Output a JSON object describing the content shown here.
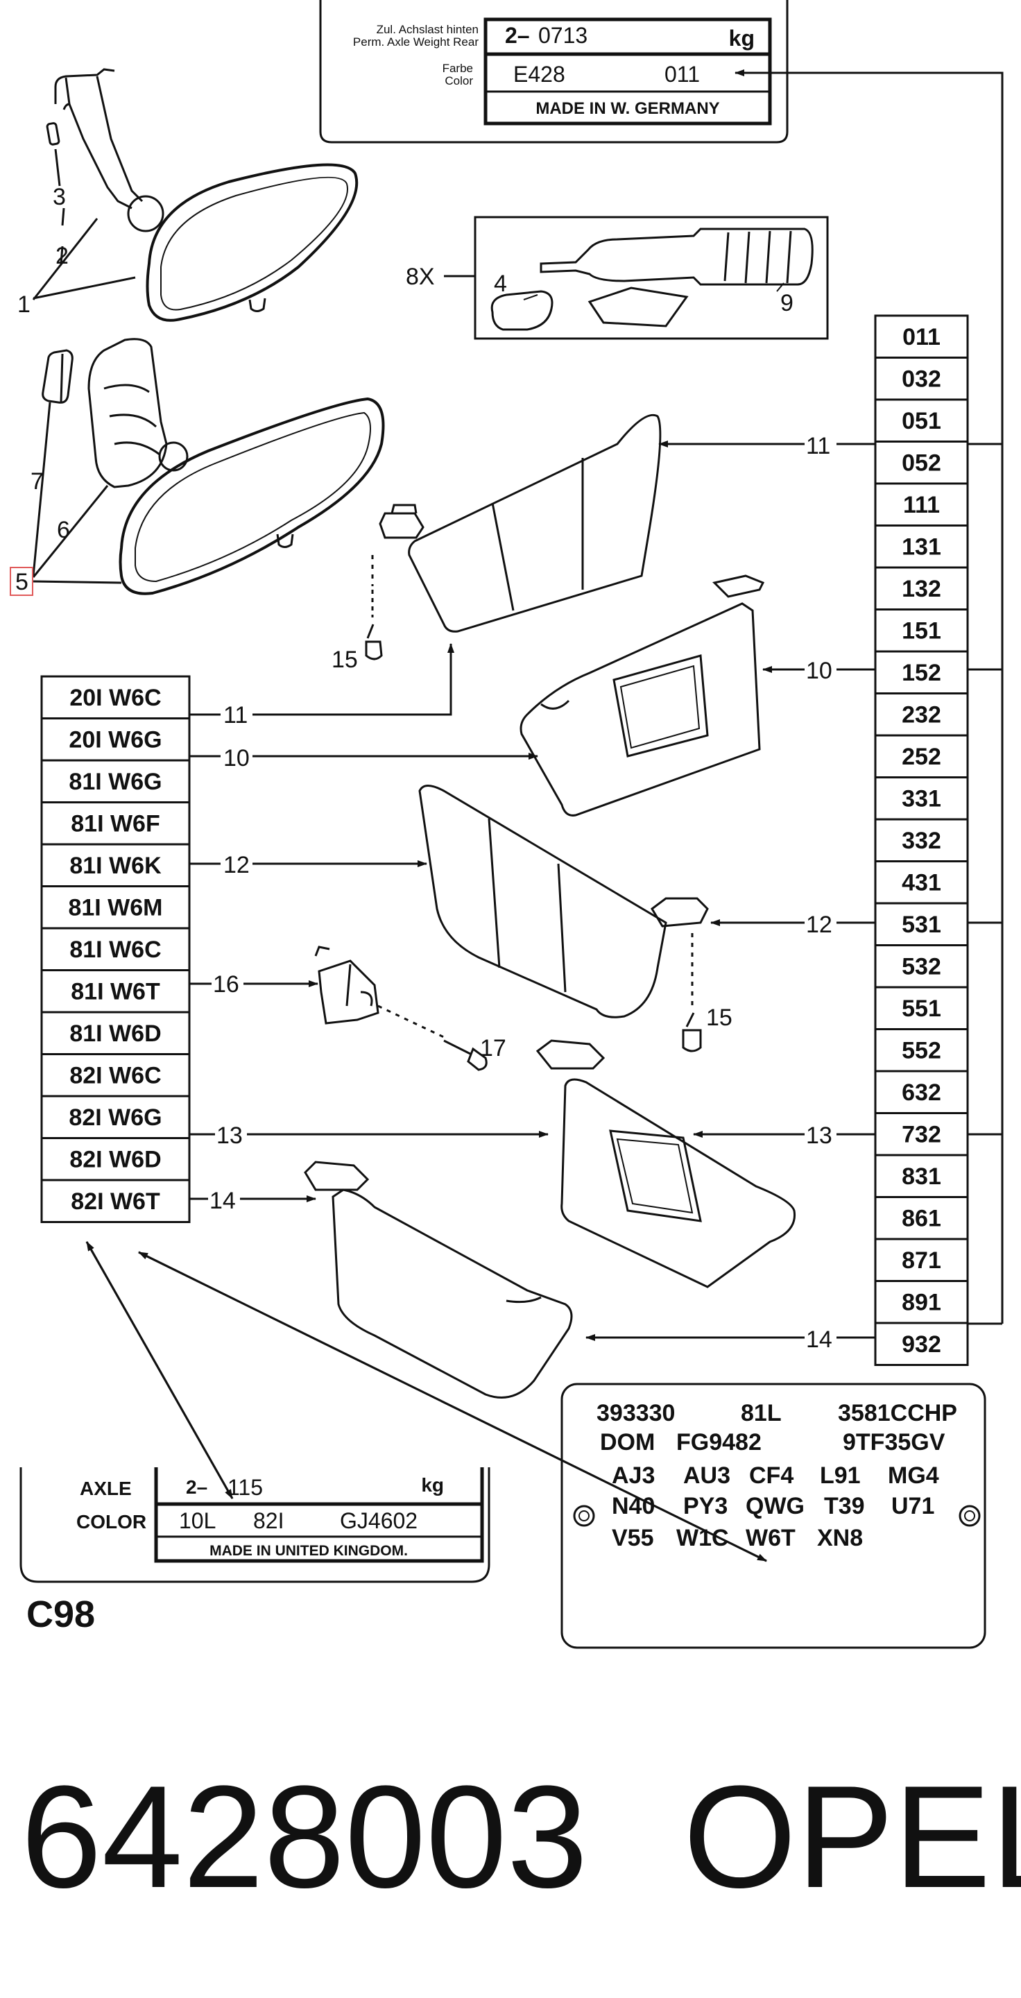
{
  "germany_label": {
    "axle_de": "Zul. Achslast hinten",
    "axle_en": "Perm. Axle Weight Rear",
    "color_de": "Farbe",
    "color_en": "Color",
    "axle_value": "0713",
    "axle_prefix": "2–",
    "unit": "kg",
    "paint_code": "E428",
    "trim_code": "011",
    "made_in": "MADE  IN  W.  GERMANY"
  },
  "uk_label": {
    "axle": "AXLE",
    "color": "COLOR",
    "axle_prefix": "2–",
    "axle_value": "115",
    "unit": "kg",
    "paint": "10L",
    "trim": "82I",
    "code": "GJ4602",
    "made_in": "MADE IN UNITED KINGDOM."
  },
  "kit": {
    "qty_label": "8X",
    "part_a": "4",
    "part_b": "9"
  },
  "callouts": {
    "c1": "1",
    "c2": "2",
    "c3": "3",
    "c5": "5",
    "c6": "6",
    "c7": "7",
    "c10a": "10",
    "c10b": "10",
    "c11a": "11",
    "c11b": "11",
    "c12a": "12",
    "c12b": "12",
    "c13a": "13",
    "c13b": "13",
    "c14a": "14",
    "c14b": "14",
    "c15a": "15",
    "c15b": "15",
    "c16": "16",
    "c17": "17"
  },
  "left_codes": [
    "20I W6C",
    "20I W6G",
    "81I W6G",
    "81I W6F",
    "81I W6K",
    "81I W6M",
    "81I W6C",
    "81I W6T",
    "81I W6D",
    "82I W6C",
    "82I W6G",
    "82I W6D",
    "82I W6T"
  ],
  "right_codes": [
    "011",
    "032",
    "051",
    "052",
    "111",
    "131",
    "132",
    "151",
    "152",
    "232",
    "252",
    "331",
    "332",
    "431",
    "531",
    "532",
    "551",
    "552",
    "632",
    "732",
    "831",
    "861",
    "871",
    "891",
    "932"
  ],
  "option_plate": {
    "row1": [
      "393330",
      "81L",
      "3581CCHP"
    ],
    "row2": [
      "DOM",
      "FG9482",
      "9TF35GV"
    ],
    "row3": [
      "AJ3",
      "AU3",
      "CF4",
      "L91",
      "MG4"
    ],
    "row4": [
      "N40",
      "PY3",
      "QWG",
      "T39",
      "U71"
    ],
    "row5": [
      "V55",
      "W1C",
      "W6T",
      "XN8"
    ]
  },
  "model_code": "C98",
  "part_number": "6428003",
  "brand": "OPEL"
}
